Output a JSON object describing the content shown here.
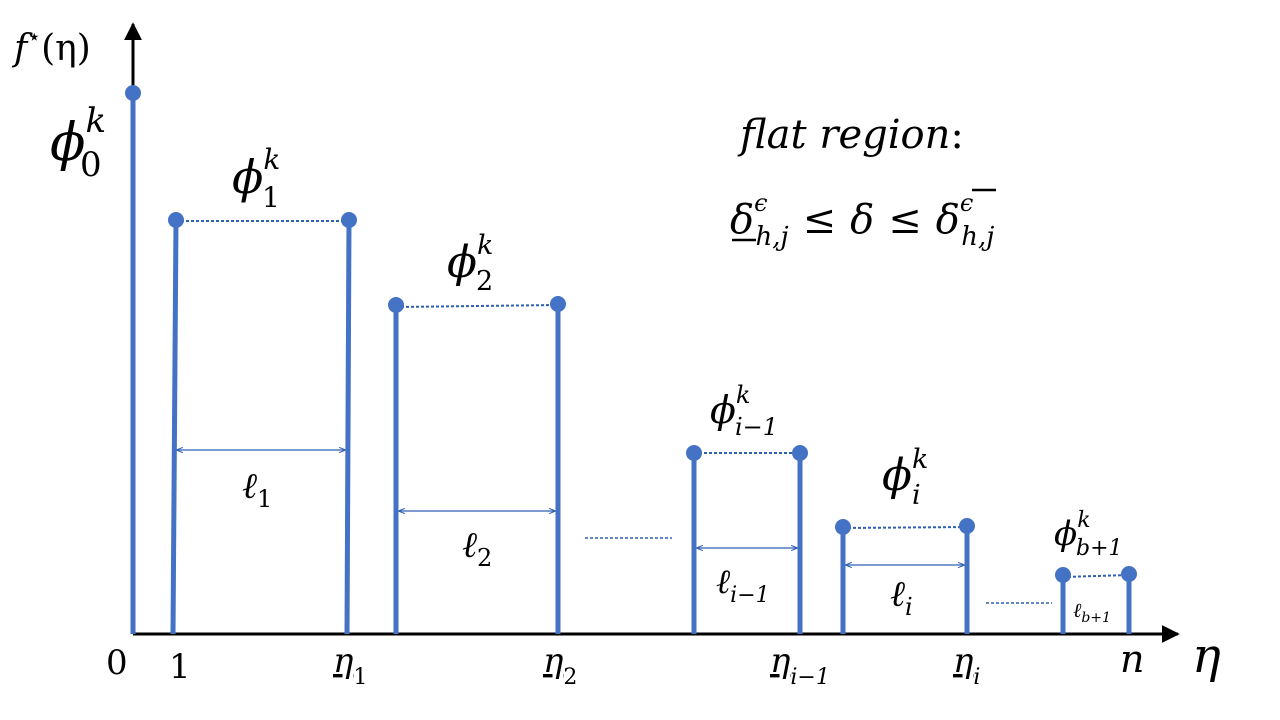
{
  "axes": {
    "y_label": {
      "base": "f",
      "sup": "⋆",
      "rest": "(η)"
    },
    "x_label": "η",
    "origin_label": "0"
  },
  "annotation": {
    "heading_italic": "flat region",
    "heading_colon": ":",
    "lower": {
      "base": "δ",
      "sup": "ϵ",
      "sub": "h,j"
    },
    "le1": "≤",
    "mid": "δ",
    "le2": "≤",
    "upper": {
      "base": "δ",
      "sup": "ϵ",
      "sub": "h,j"
    }
  },
  "x_ticks": [
    {
      "base": "1",
      "sub": ""
    },
    {
      "base": "η",
      "sub": "1"
    },
    {
      "base": "η",
      "sub": "2"
    },
    {
      "base": "η",
      "sub": "i−1"
    },
    {
      "base": "η",
      "sub": "i"
    },
    {
      "base": "n",
      "sub": ""
    }
  ],
  "phi_labels": [
    {
      "base": "ϕ",
      "sup": "k",
      "sub": "0"
    },
    {
      "base": "ϕ",
      "sup": "k",
      "sub": "1"
    },
    {
      "base": "ϕ",
      "sup": "k",
      "sub": "2"
    },
    {
      "base": "ϕ",
      "sup": "k",
      "sub": "i−1"
    },
    {
      "base": "ϕ",
      "sup": "k",
      "sub": "i"
    },
    {
      "base": "ϕ",
      "sup": "k",
      "sub": "b+1"
    }
  ],
  "ell_labels": [
    {
      "base": "ℓ",
      "sub": "1"
    },
    {
      "base": "ℓ",
      "sub": "2"
    },
    {
      "base": "ℓ",
      "sub": "i−1"
    },
    {
      "base": "ℓ",
      "sub": "i"
    },
    {
      "base": "ℓ",
      "sub": "b+1"
    }
  ],
  "colors": {
    "stem": "#4472c4",
    "line": "#2f5fb3",
    "axis": "#000000"
  }
}
